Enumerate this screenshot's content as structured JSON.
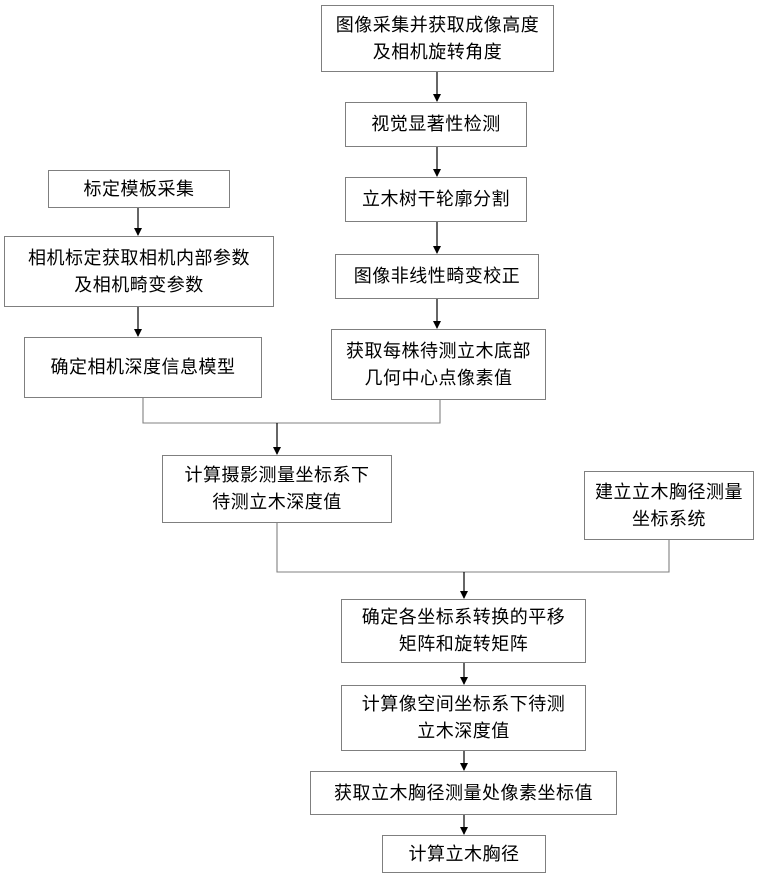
{
  "nodes": {
    "n1": {
      "lines": [
        "图像采集并获取成像高度",
        "及相机旋转角度"
      ]
    },
    "n2": {
      "lines": [
        "视觉显著性检测"
      ]
    },
    "n3": {
      "lines": [
        "立木树干轮廓分割"
      ]
    },
    "n4": {
      "lines": [
        "图像非线性畸变校正"
      ]
    },
    "n5": {
      "lines": [
        "获取每株待测立木底部",
        "几何中心点像素值"
      ]
    },
    "n6": {
      "lines": [
        "标定模板采集"
      ]
    },
    "n7": {
      "lines": [
        "相机标定获取相机内部参数",
        "及相机畸变参数"
      ]
    },
    "n8": {
      "lines": [
        "确定相机深度信息模型"
      ]
    },
    "n9": {
      "lines": [
        "计算摄影测量坐标系下",
        "待测立木深度值"
      ]
    },
    "n10": {
      "lines": [
        "建立立木胸径测量",
        "坐标系统"
      ]
    },
    "n11": {
      "lines": [
        "确定各坐标系转换的平移",
        "矩阵和旋转矩阵"
      ]
    },
    "n12": {
      "lines": [
        "计算像空间坐标系下待测",
        "立木深度值"
      ]
    },
    "n13": {
      "lines": [
        "获取立木胸径测量处像素坐标值"
      ]
    },
    "n14": {
      "lines": [
        "计算立木胸径"
      ]
    }
  }
}
